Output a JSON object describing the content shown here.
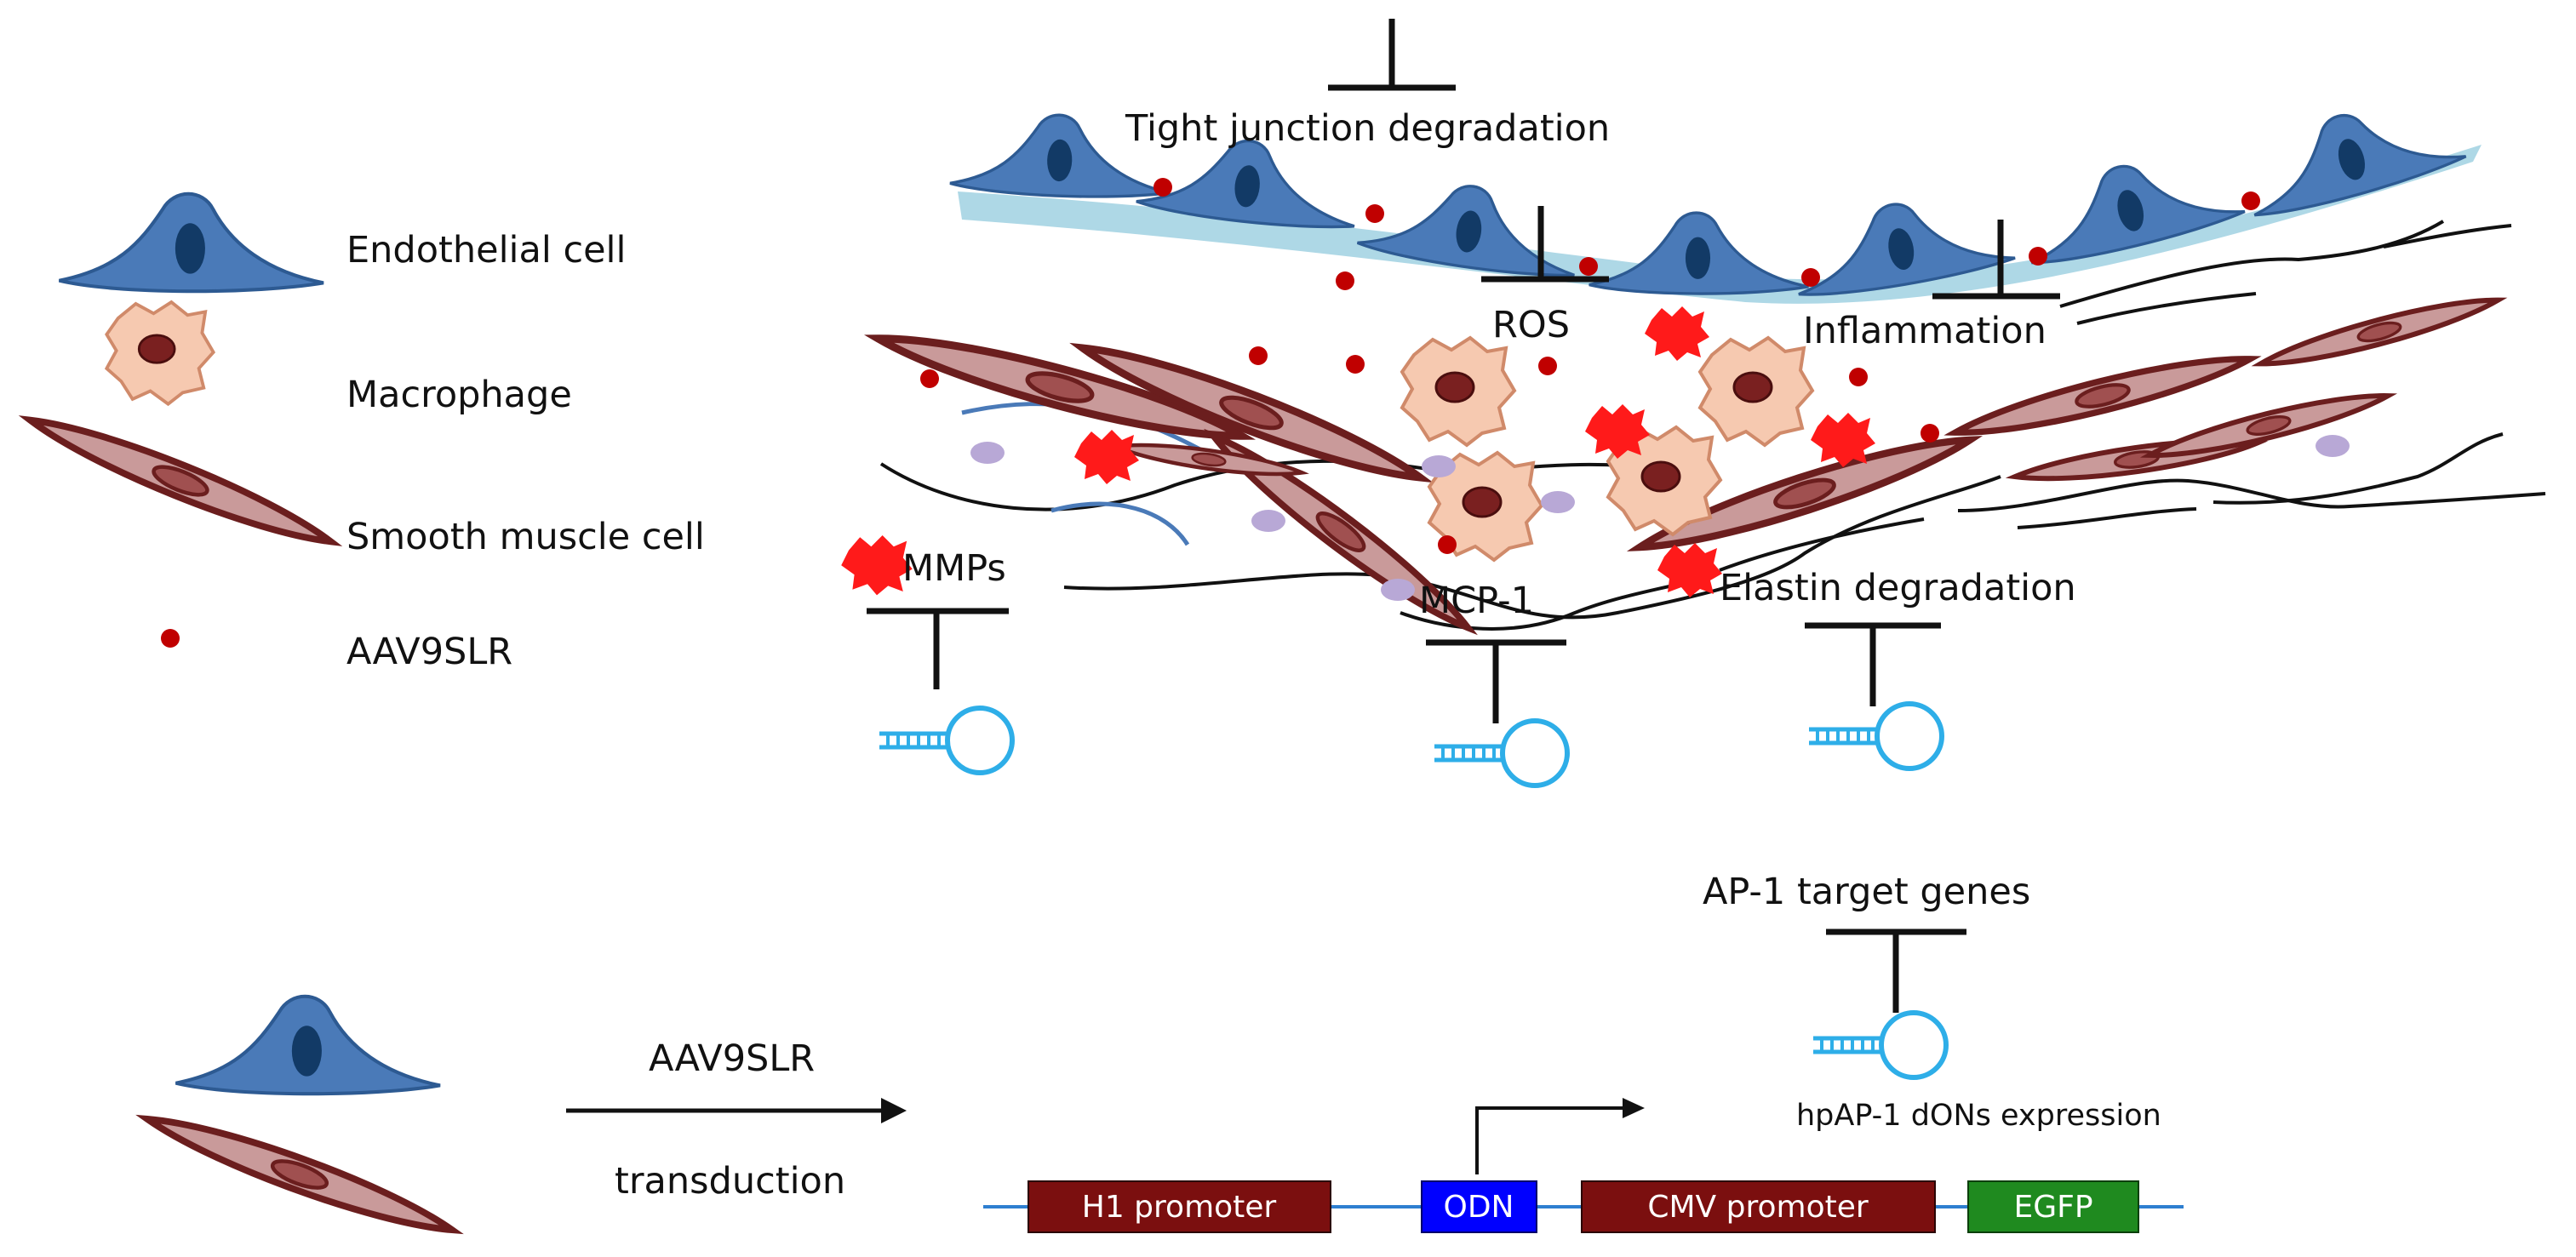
{
  "legend": {
    "endothelial": "Endothelial cell",
    "macrophage": "Macrophage",
    "smooth_muscle": "Smooth muscle cell",
    "aav": "AAV9SLR"
  },
  "labels": {
    "tight_junction": "Tight junction degradation",
    "ros": "ROS",
    "inflammation": "Inflammation",
    "mmps": "MMPs",
    "mcp1": "MCP-1",
    "elastin": "Elastin degradation",
    "ap1_target": "AP-1 target genes",
    "hpap1": "hpAP-1 dONs expression",
    "aav_arrow": "AAV9SLR",
    "transduction": "transduction"
  },
  "construct": {
    "h1": "H1 promoter",
    "odn": "ODN",
    "cmv": "CMV promoter",
    "egfp": "EGFP"
  },
  "colors": {
    "endothelial_fill": "#4a7ab8",
    "nucleus": "#123a66",
    "vessel_layer": "#aed8e6",
    "smc_fill": "#c99a9a",
    "smc_stroke": "#6b1e1e",
    "macrophage_fill": "#f6c9b0",
    "dot_red": "#c00000",
    "mmp_red": "#ff1a1a",
    "mcp_lilac": "#b8a8d6",
    "hairpin": "#2eaee8",
    "promoter": "#7b0f0f",
    "odn": "#0000ff",
    "egfp": "#1f8a1f"
  }
}
